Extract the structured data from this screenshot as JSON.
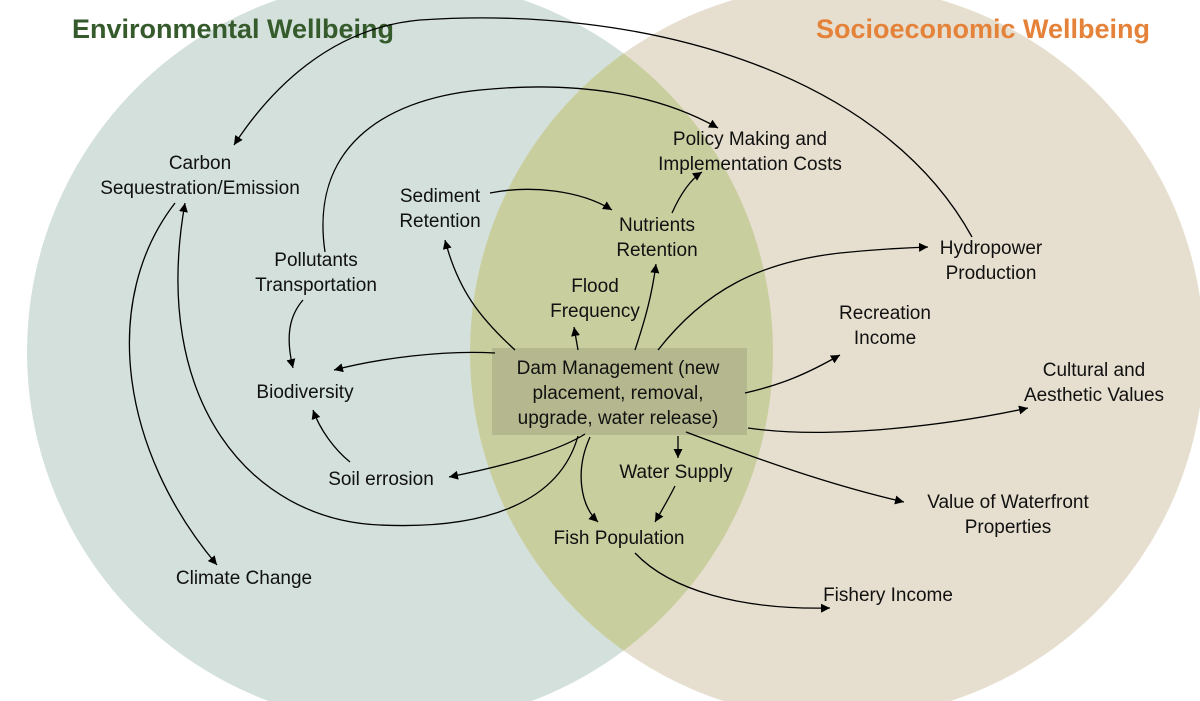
{
  "colors": {
    "environmental": "#355a2b",
    "socioeconomic": "#e5823a",
    "env_circle": "#d3e0db",
    "socio_circle": "#e6dfcf",
    "overlap": "#c9ce9f",
    "center_box": "#b5b88e"
  },
  "titles": {
    "environmental": "Environmental Wellbeing",
    "socioeconomic": "Socioeconomic Wellbeing"
  },
  "nodes": {
    "carbon": [
      "Carbon",
      "Sequestration/Emission"
    ],
    "climate": [
      "Climate Change"
    ],
    "pollutants": [
      "Pollutants",
      "Transportation"
    ],
    "biodiversity": [
      "Biodiversity"
    ],
    "soil": [
      "Soil errosion"
    ],
    "sediment": [
      "Sediment",
      "Retention"
    ],
    "policy": [
      "Policy Making and",
      "Implementation Costs"
    ],
    "nutrients": [
      "Nutrients",
      "Retention"
    ],
    "flood": [
      "Flood",
      "Frequency"
    ],
    "dam": [
      "Dam Management (new",
      "placement, removal,",
      "upgrade, water release)"
    ],
    "water": [
      "Water Supply"
    ],
    "fish": [
      "Fish Population"
    ],
    "hydropower": [
      "Hydropower",
      "Production"
    ],
    "recreation": [
      "Recreation",
      "Income"
    ],
    "cultural": [
      "Cultural and",
      "Aesthetic Values"
    ],
    "waterfront": [
      "Value of Waterfront",
      "Properties"
    ],
    "fishery": [
      "Fishery Income"
    ]
  }
}
